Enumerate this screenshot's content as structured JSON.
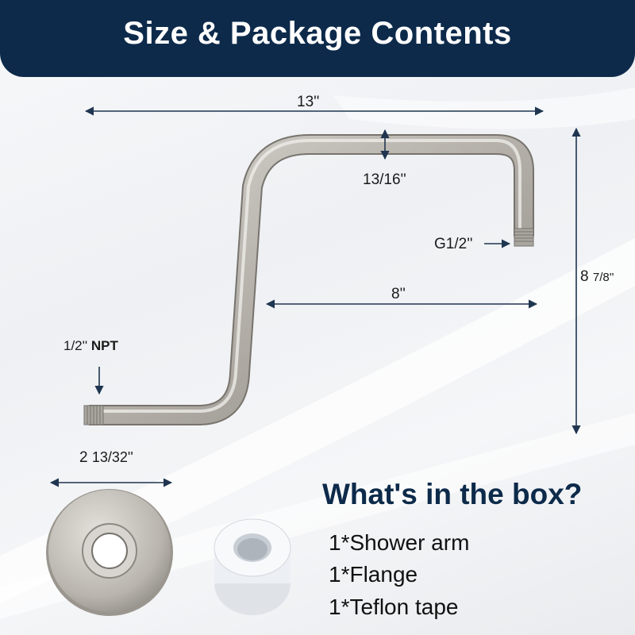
{
  "banner": {
    "title": "Size & Package Contents"
  },
  "dimensions": {
    "width_top": "13''",
    "pipe_diameter": "13/16''",
    "inner_width": "8''",
    "height_main": "8",
    "height_fraction": "7/8''",
    "outlet_thread": "G1/2''",
    "inlet_thread_size": "1/2''",
    "inlet_thread_type": "NPT",
    "flange_diameter_main": "2",
    "flange_diameter_fraction": "13/32''"
  },
  "box": {
    "title": "What's in the box?",
    "items": [
      "1*Shower arm",
      "1*Flange",
      "1*Teflon tape"
    ]
  },
  "colors": {
    "banner": "#0d2a4a",
    "dimension_line": "#1f3550",
    "metal": "#b9b5ae"
  }
}
